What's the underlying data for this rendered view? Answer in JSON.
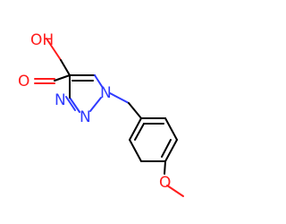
{
  "molecule": {
    "labels": {
      "oh": "OH",
      "o_carbonyl": "O",
      "n1": "N",
      "n2": "N",
      "n3": "N",
      "o_ether": "O",
      "methyl": ""
    },
    "colors": {
      "carbon": "#000000",
      "nitrogen": "#2f3bff",
      "oxygen": "#ff1c1c",
      "background": "#ffffff"
    }
  }
}
